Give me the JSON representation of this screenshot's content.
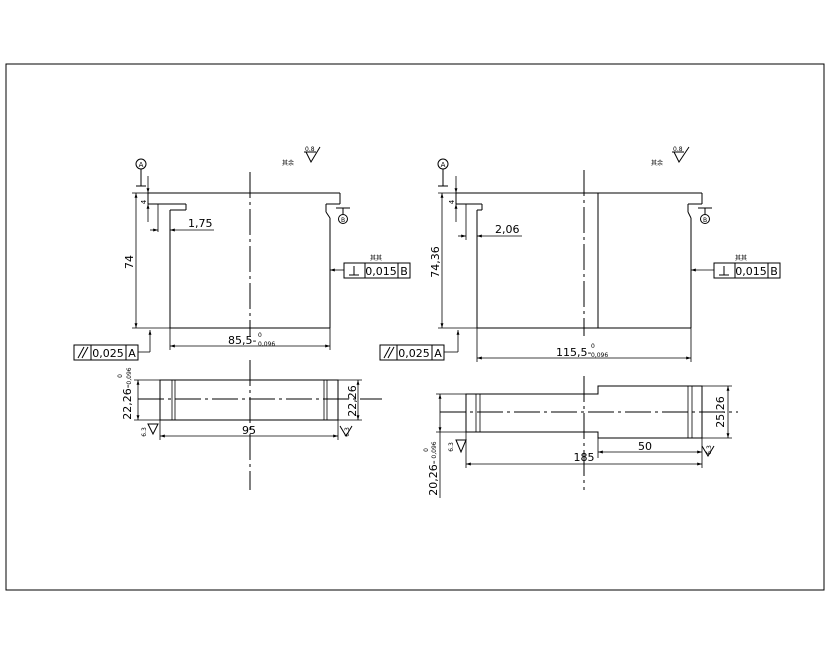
{
  "datum_a": "A",
  "datum_b": "B",
  "left_view": {
    "dim_4": "4",
    "dim_1_75": "1,75",
    "dim_74": "74",
    "dim_85_5": "85,5-",
    "tol_85_5_upper": "0",
    "tol_85_5_lower": "0,096",
    "dim_22_26_left": "22,26-",
    "tol_22_26_upper": "0",
    "tol_22_26_lower": "0,096",
    "dim_22_26_right": "22,26",
    "dim_95": "95",
    "perp_tol": "0,015",
    "parallel_tol": "0,025",
    "rough_top": "0.8",
    "rough_small": "6.3",
    "glyph_top": "其余",
    "glyph_tol": "其其"
  },
  "right_view": {
    "dim_4": "4",
    "dim_2_06": "2,06",
    "dim_74_36": "74,36",
    "dim_115_5": "115,5-",
    "tol_115_5_upper": "0",
    "tol_115_5_lower": "0,096",
    "dim_25_26": "25,26",
    "dim_50": "50",
    "dim_185": "185",
    "dim_20_26": "20,26-",
    "tol_20_26_upper": "0",
    "tol_20_26_lower": "0,096",
    "perp_tol": "0,015",
    "parallel_tol": "0,025",
    "rough_top": "0.8",
    "rough_small": "6.3",
    "glyph_top": "其余",
    "glyph_tol": "其其"
  }
}
